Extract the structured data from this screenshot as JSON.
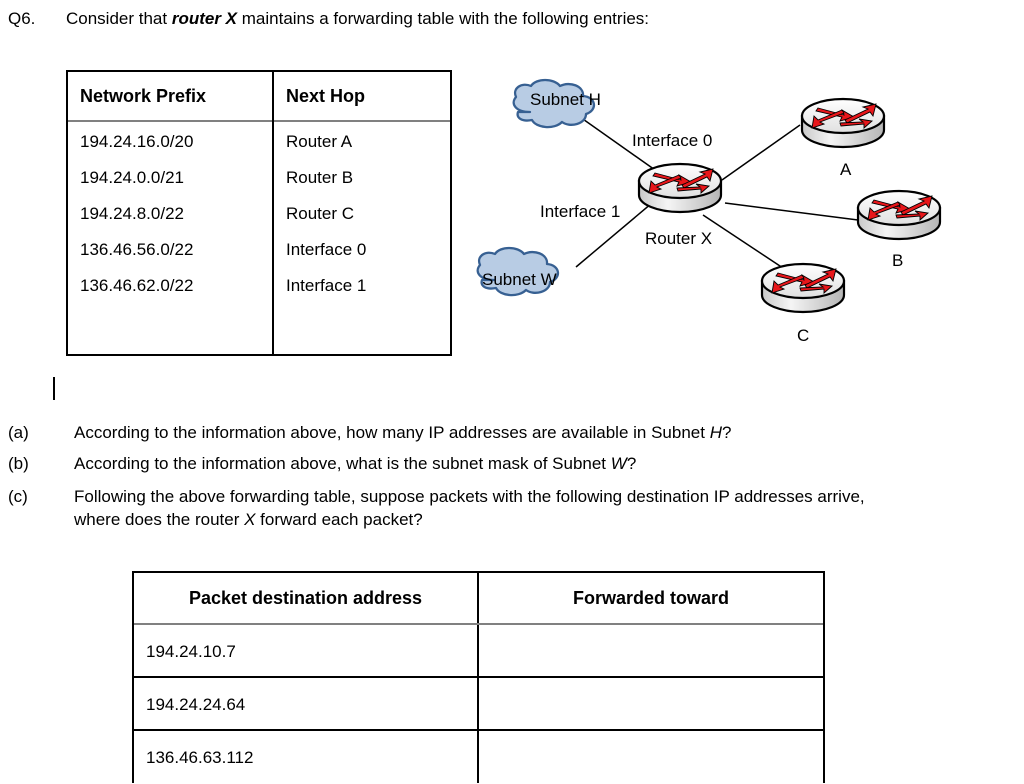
{
  "question": {
    "number": "Q6.",
    "stem_before": "Consider that ",
    "stem_bold": "router X",
    "stem_after": " maintains a forwarding table with the following entries:"
  },
  "forwarding_table": {
    "columns": [
      "Network Prefix",
      "Next Hop"
    ],
    "rows": [
      {
        "prefix": "194.24.16.0/20",
        "next_hop": "Router A"
      },
      {
        "prefix": "194.24.0.0/21",
        "next_hop": "Router B"
      },
      {
        "prefix": "194.24.8.0/22",
        "next_hop": "Router C"
      },
      {
        "prefix": "136.46.56.0/22",
        "next_hop": "Interface 0"
      },
      {
        "prefix": "136.46.62.0/22",
        "next_hop": "Interface 1"
      }
    ]
  },
  "diagram": {
    "clouds": [
      {
        "id": "subnet-h",
        "label": "Subnet H"
      },
      {
        "id": "subnet-w",
        "label": "Subnet W"
      }
    ],
    "routers": [
      {
        "id": "router-x",
        "label": "Router X"
      },
      {
        "id": "router-a",
        "label": "A"
      },
      {
        "id": "router-b",
        "label": "B"
      },
      {
        "id": "router-c",
        "label": "C"
      }
    ],
    "interface_labels": [
      {
        "id": "interface-0",
        "label": "Interface 0"
      },
      {
        "id": "interface-1",
        "label": "Interface 1"
      }
    ],
    "colors": {
      "cloud_fill": "#B8CCE4",
      "cloud_stroke": "#376092",
      "router_arrow": "#E8161A",
      "router_top_fill": "#F2F2F2",
      "router_side_fill": "#D9D9D9",
      "router_stroke": "#000000",
      "link_stroke": "#000000"
    }
  },
  "sub_questions": [
    {
      "tag": "(a)",
      "parts": [
        {
          "text": "According to the information above, how many IP addresses are available in Subnet ",
          "style": "normal"
        },
        {
          "text": "H",
          "style": "italic"
        },
        {
          "text": "?",
          "style": "normal"
        }
      ]
    },
    {
      "tag": "(b)",
      "parts": [
        {
          "text": "According to the information above, what is the subnet mask of Subnet ",
          "style": "normal"
        },
        {
          "text": "W",
          "style": "italic"
        },
        {
          "text": "?",
          "style": "normal"
        }
      ]
    },
    {
      "tag": "(c)",
      "parts": [
        {
          "text": "Following the above forwarding table, suppose packets with the following destination IP addresses arrive, where does the router ",
          "style": "normal"
        },
        {
          "text": "X",
          "style": "italic"
        },
        {
          "text": " forward each packet?",
          "style": "normal"
        }
      ]
    }
  ],
  "packet_table": {
    "columns": [
      "Packet destination address",
      "Forwarded toward"
    ],
    "rows": [
      {
        "address": "194.24.10.7",
        "forwarded": ""
      },
      {
        "address": "194.24.24.64",
        "forwarded": ""
      },
      {
        "address": "136.46.63.112",
        "forwarded": ""
      }
    ]
  }
}
